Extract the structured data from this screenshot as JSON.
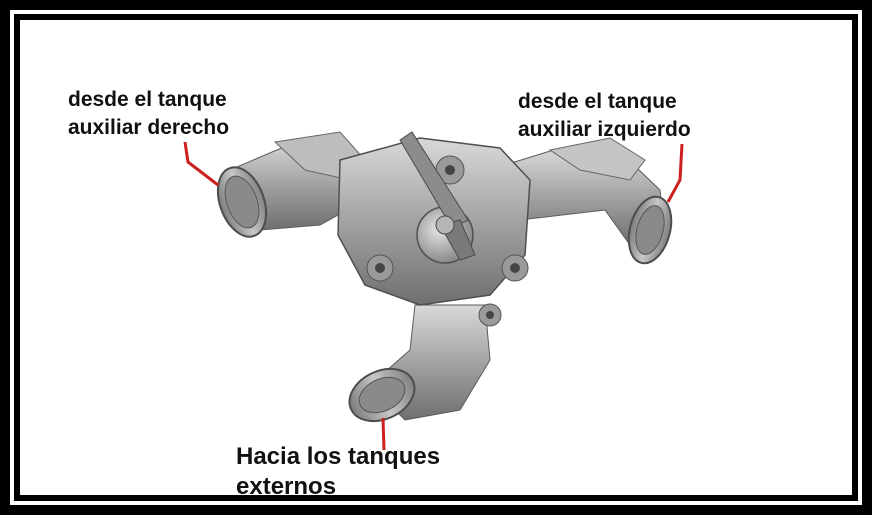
{
  "labels": {
    "from_right_aux": {
      "line1": "desde el tanque",
      "line2": "auxiliar derecho"
    },
    "from_left_aux": {
      "line1": "desde el tanque",
      "line2": "auxiliar izquierdo"
    },
    "to_external": {
      "line1": "Hacia los tanques",
      "line2": "externos"
    }
  },
  "colors": {
    "frame": "#000000",
    "background": "#ffffff",
    "leader_line": "#cc1f1f",
    "metal": "#a9a9a9",
    "text": "#111111"
  }
}
